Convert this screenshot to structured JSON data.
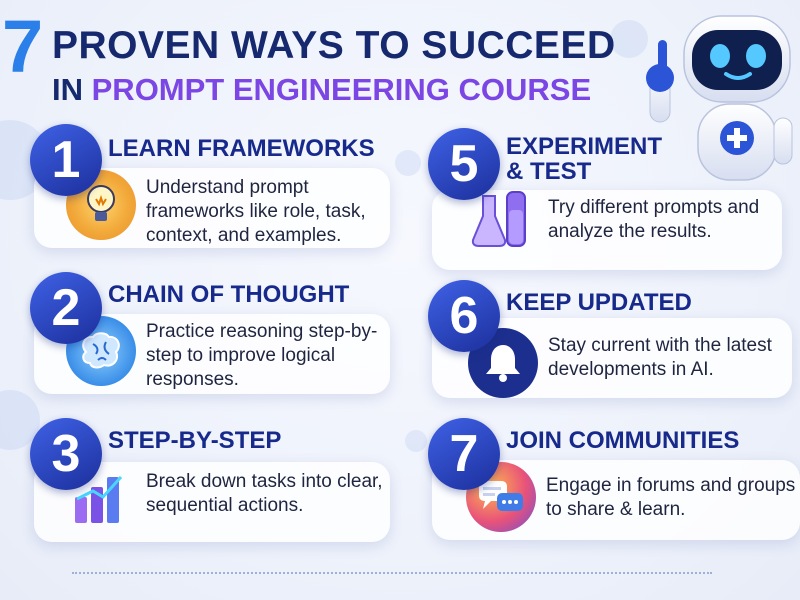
{
  "title": {
    "number": "7",
    "line1": "PROVEN WAYS TO SUCCEED",
    "line2_prefix": "IN",
    "line2_highlight": "PROMPT ENGINEERING COURSE"
  },
  "tips": [
    {
      "number": "1",
      "heading": "LEARN FRAMEWORKS",
      "description": "Understand prompt frameworks like role, task, context, and examples.",
      "icon": "lightbulb-icon"
    },
    {
      "number": "2",
      "heading": "CHAIN OF THOUGHT",
      "description": "Practice reasoning step-by-step to improve logical responses.",
      "icon": "brain-icon"
    },
    {
      "number": "3",
      "heading": "STEP-BY-STEP",
      "description": "Break down tasks into clear, sequential actions.",
      "icon": "bar-chart-icon"
    },
    {
      "number": "5",
      "heading": "EXPERIMENT\n& TEST",
      "description": "Try different prompts and analyze the results.",
      "icon": "lab-flask-icon"
    },
    {
      "number": "6",
      "heading": "KEEP UPDATED",
      "description": "Stay current with the latest developments in AI.",
      "icon": "bell-icon"
    },
    {
      "number": "7",
      "heading": "JOIN COMMUNITIES",
      "description": "Engage in forums and groups to share & learn.",
      "icon": "chat-bubbles-icon"
    }
  ],
  "colors": {
    "navy": "#16286e",
    "purple": "#7b46e4",
    "blue_number": "#2a7fe8",
    "badge": "#2a44c4"
  }
}
